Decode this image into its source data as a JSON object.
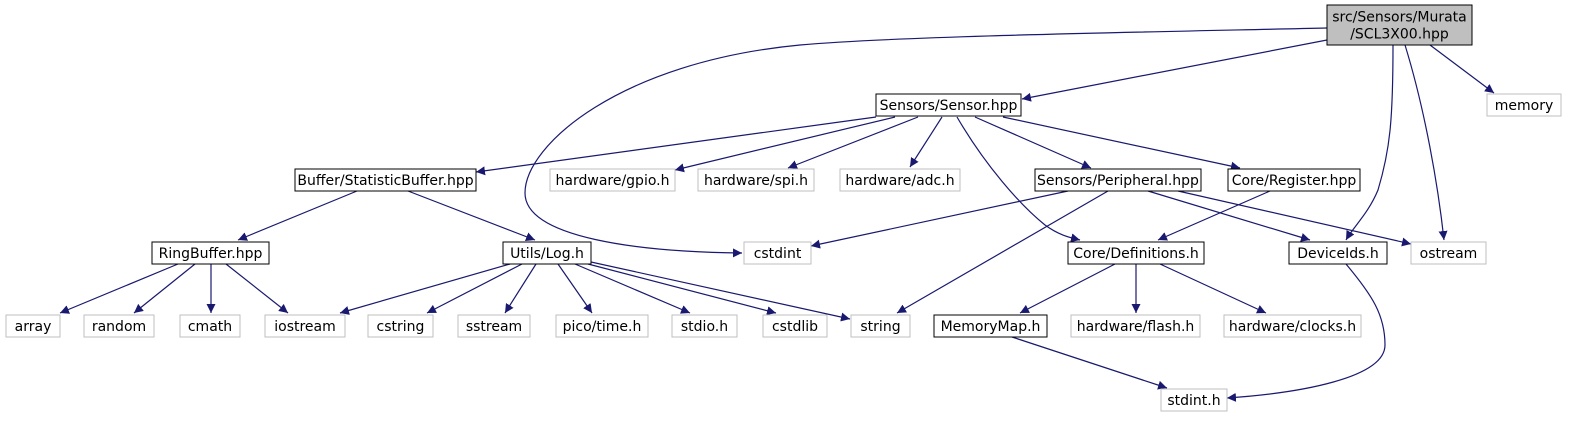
{
  "graph": {
    "colors": {
      "edge": "#191970",
      "root_fill": "#bfbfbf",
      "root_border": "#000000",
      "project_border": "#000000",
      "system_border": "#bfbfbf",
      "text": "#000000"
    },
    "nodes": [
      {
        "id": "root",
        "kind": "root",
        "lines": [
          "src/Sensors/Murata",
          "/SCL3X00.hpp"
        ]
      },
      {
        "id": "sensor",
        "kind": "project",
        "lines": [
          "Sensors/Sensor.hpp"
        ]
      },
      {
        "id": "memory",
        "kind": "system",
        "lines": [
          "memory"
        ]
      },
      {
        "id": "statbuf",
        "kind": "project",
        "lines": [
          "Buffer/StatisticBuffer.hpp"
        ]
      },
      {
        "id": "gpio",
        "kind": "system",
        "lines": [
          "hardware/gpio.h"
        ]
      },
      {
        "id": "spi",
        "kind": "system",
        "lines": [
          "hardware/spi.h"
        ]
      },
      {
        "id": "adc",
        "kind": "system",
        "lines": [
          "hardware/adc.h"
        ]
      },
      {
        "id": "peripheral",
        "kind": "project",
        "lines": [
          "Sensors/Peripheral.hpp"
        ]
      },
      {
        "id": "register",
        "kind": "project",
        "lines": [
          "Core/Register.hpp"
        ]
      },
      {
        "id": "ringbuffer",
        "kind": "project",
        "lines": [
          "RingBuffer.hpp"
        ]
      },
      {
        "id": "log",
        "kind": "project",
        "lines": [
          "Utils/Log.h"
        ]
      },
      {
        "id": "cstdint",
        "kind": "system",
        "lines": [
          "cstdint"
        ]
      },
      {
        "id": "definitions",
        "kind": "project",
        "lines": [
          "Core/Definitions.h"
        ]
      },
      {
        "id": "deviceids",
        "kind": "project",
        "lines": [
          "DeviceIds.h"
        ]
      },
      {
        "id": "ostream",
        "kind": "system",
        "lines": [
          "ostream"
        ]
      },
      {
        "id": "array",
        "kind": "system",
        "lines": [
          "array"
        ]
      },
      {
        "id": "random",
        "kind": "system",
        "lines": [
          "random"
        ]
      },
      {
        "id": "cmath",
        "kind": "system",
        "lines": [
          "cmath"
        ]
      },
      {
        "id": "iostream",
        "kind": "system",
        "lines": [
          "iostream"
        ]
      },
      {
        "id": "cstring",
        "kind": "system",
        "lines": [
          "cstring"
        ]
      },
      {
        "id": "sstream",
        "kind": "system",
        "lines": [
          "sstream"
        ]
      },
      {
        "id": "picotime",
        "kind": "system",
        "lines": [
          "pico/time.h"
        ]
      },
      {
        "id": "stdio",
        "kind": "system",
        "lines": [
          "stdio.h"
        ]
      },
      {
        "id": "cstdlib",
        "kind": "system",
        "lines": [
          "cstdlib"
        ]
      },
      {
        "id": "string",
        "kind": "system",
        "lines": [
          "string"
        ]
      },
      {
        "id": "memorymap",
        "kind": "project",
        "lines": [
          "MemoryMap.h"
        ]
      },
      {
        "id": "flash",
        "kind": "system",
        "lines": [
          "hardware/flash.h"
        ]
      },
      {
        "id": "clocks",
        "kind": "system",
        "lines": [
          "hardware/clocks.h"
        ]
      },
      {
        "id": "stdint",
        "kind": "system",
        "lines": [
          "stdint.h"
        ]
      }
    ],
    "edges": [
      {
        "from": "root",
        "to": "sensor"
      },
      {
        "from": "root",
        "to": "cstdint"
      },
      {
        "from": "root",
        "to": "deviceids"
      },
      {
        "from": "root",
        "to": "memory"
      },
      {
        "from": "root",
        "to": "ostream"
      },
      {
        "from": "sensor",
        "to": "statbuf"
      },
      {
        "from": "sensor",
        "to": "gpio"
      },
      {
        "from": "sensor",
        "to": "spi"
      },
      {
        "from": "sensor",
        "to": "adc"
      },
      {
        "from": "sensor",
        "to": "peripheral"
      },
      {
        "from": "sensor",
        "to": "register"
      },
      {
        "from": "sensor",
        "to": "definitions"
      },
      {
        "from": "statbuf",
        "to": "ringbuffer"
      },
      {
        "from": "statbuf",
        "to": "log"
      },
      {
        "from": "ringbuffer",
        "to": "array"
      },
      {
        "from": "ringbuffer",
        "to": "random"
      },
      {
        "from": "ringbuffer",
        "to": "cmath"
      },
      {
        "from": "ringbuffer",
        "to": "iostream"
      },
      {
        "from": "log",
        "to": "iostream"
      },
      {
        "from": "log",
        "to": "cstring"
      },
      {
        "from": "log",
        "to": "sstream"
      },
      {
        "from": "log",
        "to": "picotime"
      },
      {
        "from": "log",
        "to": "stdio"
      },
      {
        "from": "log",
        "to": "cstdlib"
      },
      {
        "from": "log",
        "to": "string"
      },
      {
        "from": "peripheral",
        "to": "cstdint"
      },
      {
        "from": "peripheral",
        "to": "string"
      },
      {
        "from": "peripheral",
        "to": "deviceids"
      },
      {
        "from": "peripheral",
        "to": "ostream"
      },
      {
        "from": "register",
        "to": "definitions"
      },
      {
        "from": "definitions",
        "to": "memorymap"
      },
      {
        "from": "definitions",
        "to": "flash"
      },
      {
        "from": "definitions",
        "to": "clocks"
      },
      {
        "from": "memorymap",
        "to": "stdint"
      },
      {
        "from": "deviceids",
        "to": "stdint"
      }
    ]
  }
}
